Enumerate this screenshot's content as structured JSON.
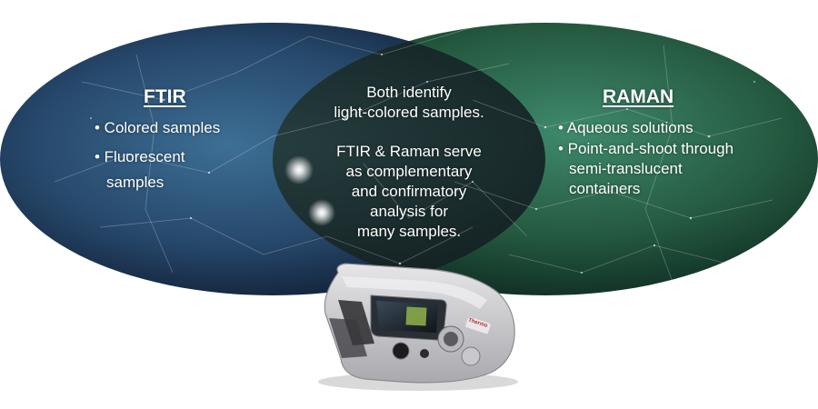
{
  "ftir": {
    "title": "FTIR",
    "items": [
      [
        "• Colored samples"
      ],
      [
        "• Fluorescent",
        "samples"
      ]
    ]
  },
  "raman": {
    "title": "RAMAN",
    "items": [
      [
        "• Aqueous solutions"
      ],
      [
        "• Point-and-shoot through",
        "semi-translucent",
        "containers"
      ]
    ]
  },
  "overlap": {
    "line1": "Both identify",
    "line2": "light-colored samples.",
    "body": [
      "FTIR & Raman serve",
      "as complementary",
      "and confirmatory",
      "analysis for",
      "many samples."
    ]
  },
  "device": {
    "brand": "Thermo"
  },
  "colors": {
    "left_circle": "#2c5276",
    "right_circle": "#2e6e56",
    "overlap": "#1e3032",
    "text": "#ffffff",
    "device_body": "#d4d4d6",
    "device_accent": "#c0282c"
  }
}
